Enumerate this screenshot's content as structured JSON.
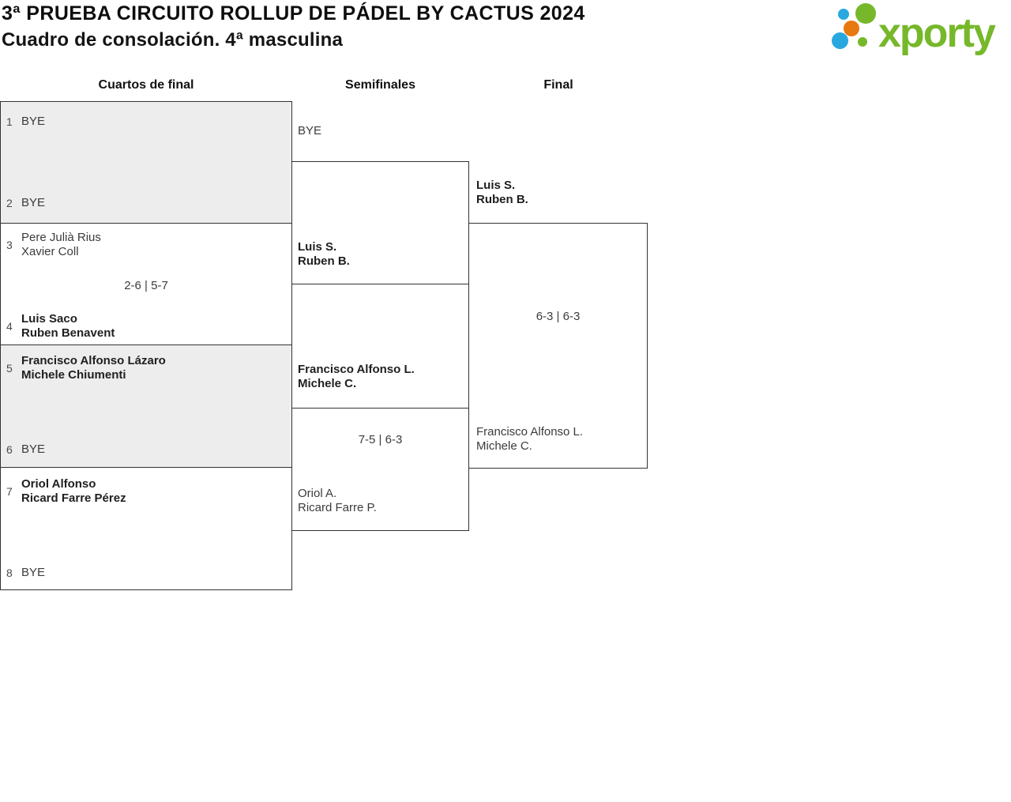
{
  "header": {
    "title": "3ª PRUEBA CIRCUITO ROLLUP DE PÁDEL BY CACTUS 2024",
    "subtitle": "Cuadro de consolación. 4ª masculina"
  },
  "logo": {
    "brand": "xporty"
  },
  "columns": {
    "quarterfinals": "Cuartos de final",
    "semifinals": "Semifinales",
    "final": "Final"
  },
  "colors": {
    "brand_green": "#76b82a",
    "brand_blue": "#29a8e0",
    "brand_orange": "#e8790f",
    "box_gray": "#ededed",
    "line": "#333333"
  },
  "quarterfinals": [
    {
      "seed1": "1",
      "team1": [
        "BYE"
      ],
      "seed2": "2",
      "team2": [
        "BYE"
      ],
      "score": ""
    },
    {
      "seed1": "3",
      "team1": [
        "Pere Julià Rius",
        "Xavier Coll"
      ],
      "seed2": "4",
      "team2": [
        "Luis Saco",
        "Ruben Benavent"
      ],
      "score": "2-6 | 5-7"
    },
    {
      "seed1": "5",
      "team1": [
        "Francisco Alfonso Lázaro",
        "Michele Chiumenti"
      ],
      "seed2": "6",
      "team2": [
        "BYE"
      ],
      "score": ""
    },
    {
      "seed1": "7",
      "team1": [
        "Oriol Alfonso",
        "Ricard Farre Pérez"
      ],
      "seed2": "8",
      "team2": [
        "BYE"
      ],
      "score": ""
    }
  ],
  "semifinals": [
    {
      "team1": [
        "BYE"
      ],
      "team2": [
        "Luis S.",
        "Ruben B."
      ],
      "score": ""
    },
    {
      "team1": [
        "Francisco Alfonso L.",
        "Michele C."
      ],
      "team2": [
        "Oriol A.",
        "Ricard Farre P."
      ],
      "score": "7-5 | 6-3"
    }
  ],
  "final": {
    "team1": [
      "Luis S.",
      "Ruben B."
    ],
    "team2": [
      "Francisco Alfonso L.",
      "Michele C."
    ],
    "score": "6-3 | 6-3"
  }
}
